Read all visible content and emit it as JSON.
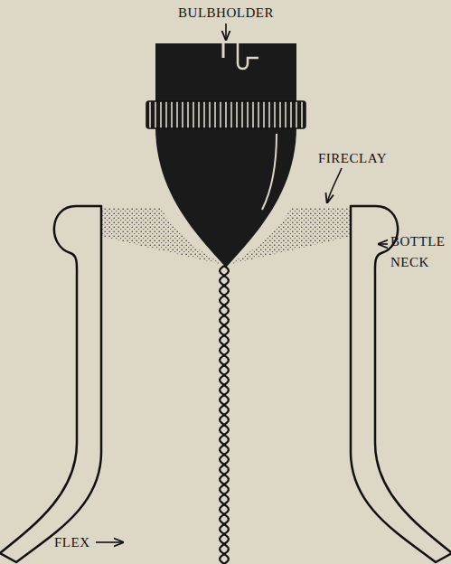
{
  "diagram": {
    "labels": [
      "BULBHOLDER",
      "FIRECLAY",
      "BOTTLE NECK",
      "FLEX"
    ]
  }
}
